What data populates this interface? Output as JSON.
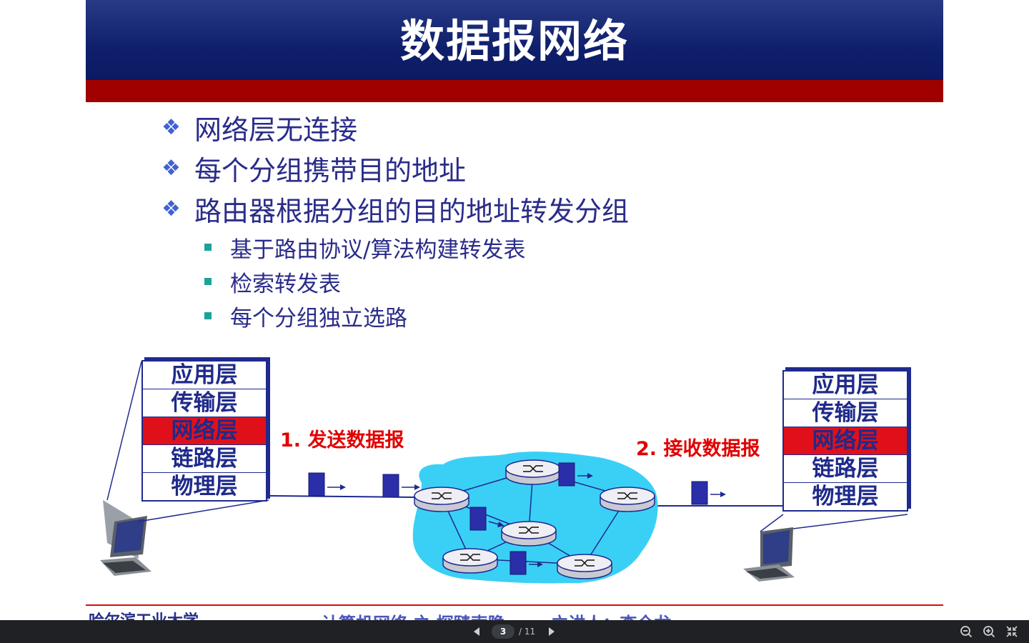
{
  "slide": {
    "title": "数据报网络",
    "bullets": [
      "网络层无连接",
      "每个分组携带目的地址",
      "路由器根据分组的目的地址转发分组"
    ],
    "sub_bullets": [
      "基于路由协议/算法构建转发表",
      "检索转发表",
      "每个分组独立选路"
    ],
    "left_stack": [
      "应用层",
      "传输层",
      "网络层",
      "链路层",
      "物理层"
    ],
    "right_stack": [
      "应用层",
      "传输层",
      "网络层",
      "链路层",
      "物理层"
    ],
    "step1": "1. 发送数据报",
    "step2": "2. 接收数据报",
    "footer_logo": "哈尔滨工业大学",
    "footer_course": "计算机网络 之 探赜索隐 —— 立讲人：李全龙"
  },
  "viewer": {
    "current_page": "3",
    "total_pages": "/ 11"
  },
  "colors": {
    "title_bg": "#0f1f6c",
    "red_band": "#a10000",
    "bullet_text": "#2a2c8a",
    "step_text": "#e00000",
    "network_cloud": "#3ad0f5",
    "toolbar_bg": "#1f2125"
  }
}
